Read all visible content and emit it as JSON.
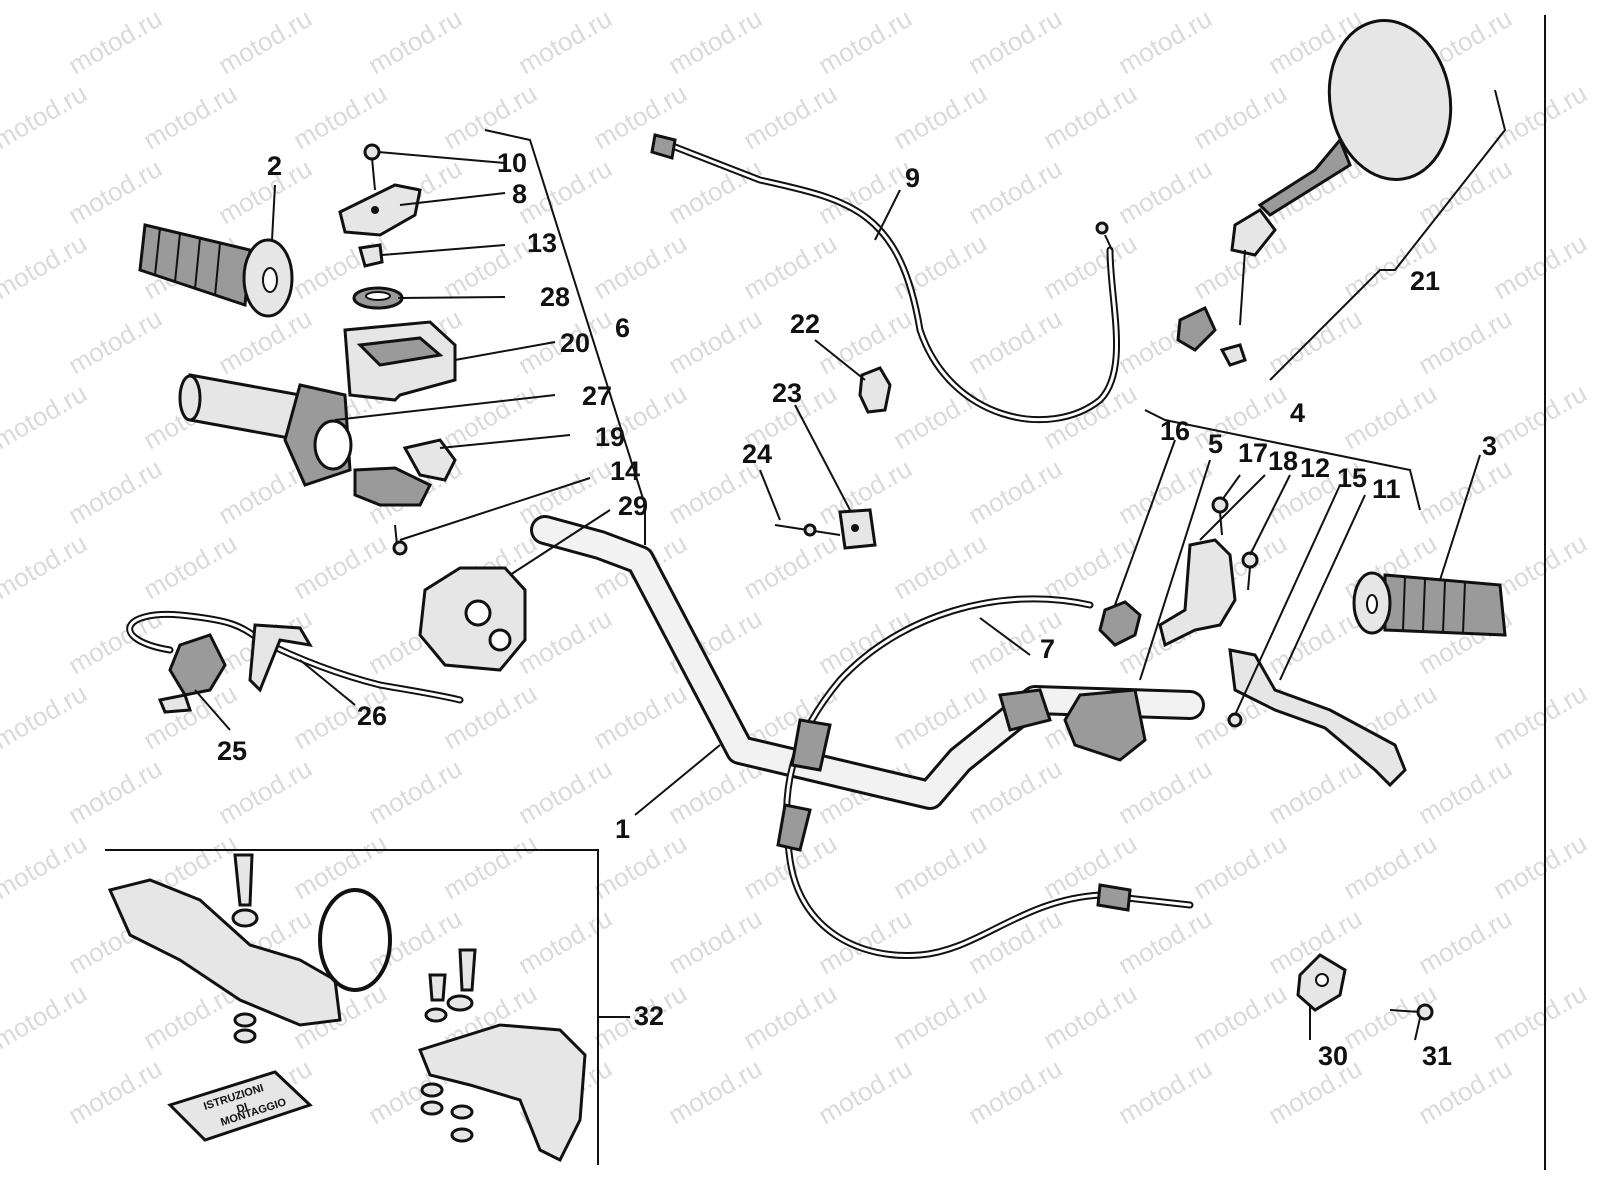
{
  "watermark": {
    "text": "motod.ru",
    "color": "#bcbcbc"
  },
  "callouts": [
    {
      "id": "1",
      "label": "1"
    },
    {
      "id": "2",
      "label": "2"
    },
    {
      "id": "3",
      "label": "3"
    },
    {
      "id": "4",
      "label": "4"
    },
    {
      "id": "5",
      "label": "5"
    },
    {
      "id": "6",
      "label": "6"
    },
    {
      "id": "7",
      "label": "7"
    },
    {
      "id": "8",
      "label": "8"
    },
    {
      "id": "9",
      "label": "9"
    },
    {
      "id": "10",
      "label": "10"
    },
    {
      "id": "11",
      "label": "11"
    },
    {
      "id": "12",
      "label": "12"
    },
    {
      "id": "13",
      "label": "13"
    },
    {
      "id": "14",
      "label": "14"
    },
    {
      "id": "15",
      "label": "15"
    },
    {
      "id": "16",
      "label": "16"
    },
    {
      "id": "17",
      "label": "17"
    },
    {
      "id": "18",
      "label": "18"
    },
    {
      "id": "19",
      "label": "19"
    },
    {
      "id": "20",
      "label": "20"
    },
    {
      "id": "21",
      "label": "21"
    },
    {
      "id": "22",
      "label": "22"
    },
    {
      "id": "23",
      "label": "23"
    },
    {
      "id": "24",
      "label": "24"
    },
    {
      "id": "25",
      "label": "25"
    },
    {
      "id": "26",
      "label": "26"
    },
    {
      "id": "27",
      "label": "27"
    },
    {
      "id": "28",
      "label": "28"
    },
    {
      "id": "29",
      "label": "29"
    },
    {
      "id": "30",
      "label": "30"
    },
    {
      "id": "31",
      "label": "31"
    },
    {
      "id": "32",
      "label": "32"
    }
  ],
  "booklet": {
    "line1": "ISTRUZIONI",
    "line2": "DI",
    "line3": "MONTAGGIO"
  }
}
